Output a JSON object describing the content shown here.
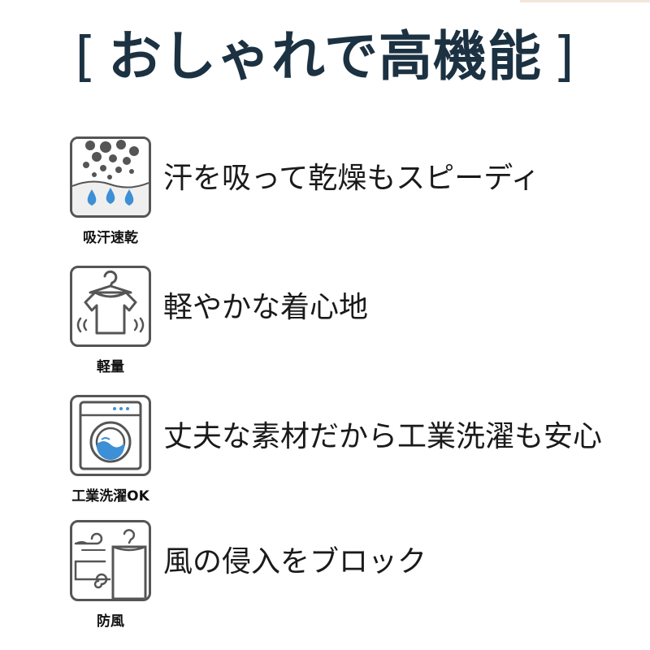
{
  "header": {
    "bracket_open": "[",
    "title": "おしゃれで高機能",
    "bracket_close": "]"
  },
  "features": [
    {
      "icon": "water-drops-icon",
      "label": "吸汗速乾",
      "text": "汗を吸って乾燥もスピーディ"
    },
    {
      "icon": "light-shirt-icon",
      "label": "軽量",
      "text": "軽やかな着心地"
    },
    {
      "icon": "washing-machine-icon",
      "label": "工業洗濯OK",
      "text": "丈夫な素材だから工業洗濯も安心"
    },
    {
      "icon": "wind-block-icon",
      "label": "防風",
      "text": "風の侵入をブロック"
    }
  ],
  "colors": {
    "title": "#1c3242",
    "icon_stroke": "#555555",
    "water_blue": "#3d8fd6",
    "particle_gray": "#555555"
  }
}
